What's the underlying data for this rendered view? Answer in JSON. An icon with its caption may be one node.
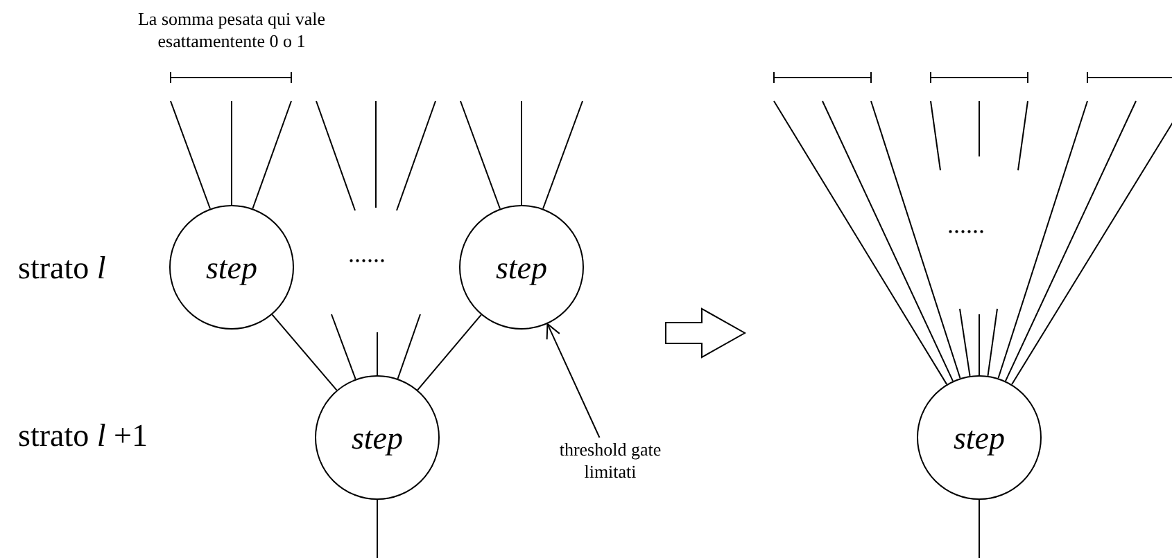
{
  "diagram": {
    "nodes": [
      {
        "text": [
          "step"
        ]
      },
      {
        "text": [
          "step"
        ]
      },
      {
        "text": [
          "step"
        ]
      },
      {
        "text": [
          "threshold gate limitati"
        ]
      },
      {
        "text": [
          "step"
        ]
      }
    ],
    "edges": [
      {
        "from": null,
        "to": 0,
        "arrow": "none"
      },
      {
        "from": null,
        "to": 0,
        "arrow": "none"
      },
      {
        "from": null,
        "to": 0,
        "arrow": "none"
      },
      {
        "from": null,
        "to": 1,
        "arrow": "none"
      },
      {
        "from": null,
        "to": 1,
        "arrow": "none"
      },
      {
        "from": null,
        "to": 1,
        "arrow": "none"
      },
      {
        "from": 0,
        "to": 2,
        "arrow": "none"
      },
      {
        "from": 1,
        "to": 2,
        "arrow": "none"
      },
      {
        "from": null,
        "to": 2,
        "arrow": "none"
      },
      {
        "from": null,
        "to": 2,
        "arrow": "none"
      },
      {
        "from": null,
        "to": 2,
        "arrow": "none"
      },
      {
        "from": 2,
        "to": null,
        "arrow": "none"
      },
      {
        "from": 3,
        "to": 1,
        "arrow": "to"
      },
      {
        "from": null,
        "to": 4,
        "arrow": "none"
      },
      {
        "from": null,
        "to": 4,
        "arrow": "none"
      },
      {
        "from": null,
        "to": 4,
        "arrow": "none"
      },
      {
        "from": null,
        "to": 4,
        "arrow": "none"
      },
      {
        "from": null,
        "to": 4,
        "arrow": "none"
      },
      {
        "from": null,
        "to": 4,
        "arrow": "none"
      },
      {
        "from": null,
        "to": 4,
        "arrow": "none"
      },
      {
        "from": null,
        "to": 4,
        "arrow": "none"
      },
      {
        "from": null,
        "to": 4,
        "arrow": "none"
      },
      {
        "from": 4,
        "to": null,
        "arrow": "none"
      }
    ],
    "labels": [
      "La somma pesata qui vale esattamentente 0 o 1",
      "strato *l*",
      "......",
      "strato *l* +1",
      "......"
    ]
  }
}
